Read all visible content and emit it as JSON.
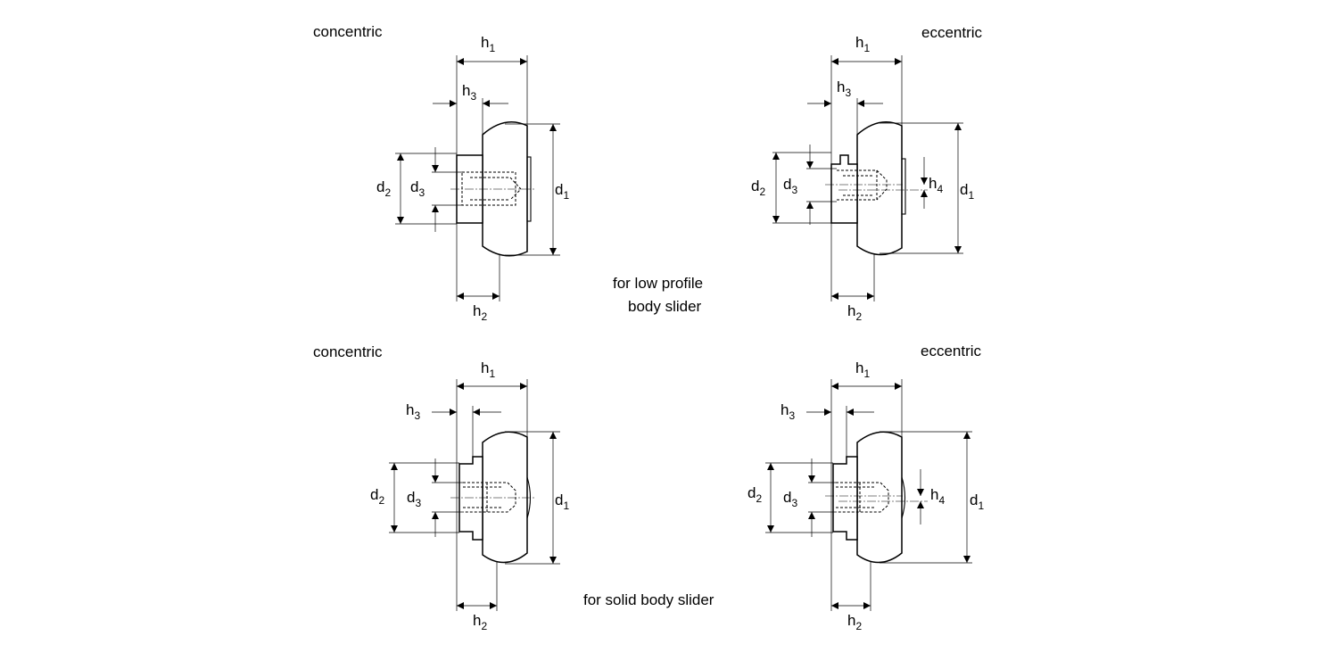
{
  "captions": {
    "top_left": "concentric",
    "top_right": "eccentric",
    "bottom_left": "concentric",
    "bottom_right": "eccentric",
    "top_middle_line1": "for low profile",
    "top_middle_line2": "body slider",
    "bottom_middle": "for solid body slider"
  },
  "dimensions": {
    "h1": {
      "main": "h",
      "sub": "1"
    },
    "h2": {
      "main": "h",
      "sub": "2"
    },
    "h3": {
      "main": "h",
      "sub": "3"
    },
    "h4": {
      "main": "h",
      "sub": "4"
    },
    "d1": {
      "main": "d",
      "sub": "1"
    },
    "d2": {
      "main": "d",
      "sub": "2"
    },
    "d3": {
      "main": "d",
      "sub": "3"
    }
  }
}
